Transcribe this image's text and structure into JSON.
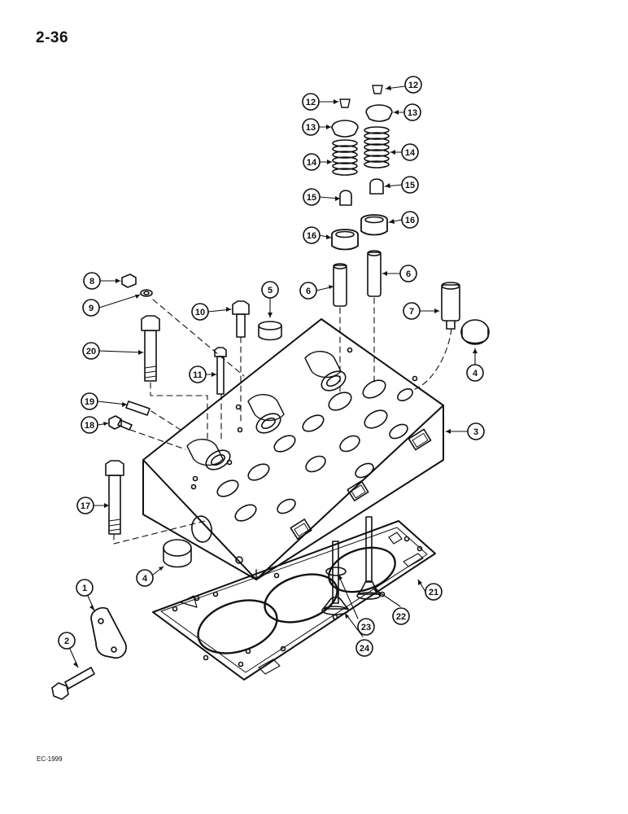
{
  "page_number": "2-36",
  "footer_code": "EC-1999",
  "callouts": [
    {
      "id": "1",
      "label": "1"
    },
    {
      "id": "2",
      "label": "2"
    },
    {
      "id": "3",
      "label": "3"
    },
    {
      "id": "4a",
      "label": "4"
    },
    {
      "id": "4b",
      "label": "4"
    },
    {
      "id": "5",
      "label": "5"
    },
    {
      "id": "6a",
      "label": "6"
    },
    {
      "id": "6b",
      "label": "6"
    },
    {
      "id": "7",
      "label": "7"
    },
    {
      "id": "8",
      "label": "8"
    },
    {
      "id": "9",
      "label": "9"
    },
    {
      "id": "10",
      "label": "10"
    },
    {
      "id": "11",
      "label": "11"
    },
    {
      "id": "12a",
      "label": "12"
    },
    {
      "id": "12b",
      "label": "12"
    },
    {
      "id": "13a",
      "label": "13"
    },
    {
      "id": "13b",
      "label": "13"
    },
    {
      "id": "14a",
      "label": "14"
    },
    {
      "id": "14b",
      "label": "14"
    },
    {
      "id": "15a",
      "label": "15"
    },
    {
      "id": "15b",
      "label": "15"
    },
    {
      "id": "16a",
      "label": "16"
    },
    {
      "id": "16b",
      "label": "16"
    },
    {
      "id": "17",
      "label": "17"
    },
    {
      "id": "18",
      "label": "18"
    },
    {
      "id": "19",
      "label": "19"
    },
    {
      "id": "20",
      "label": "20"
    },
    {
      "id": "21",
      "label": "21"
    },
    {
      "id": "22",
      "label": "22"
    },
    {
      "id": "23",
      "label": "23"
    },
    {
      "id": "24",
      "label": "24"
    }
  ]
}
